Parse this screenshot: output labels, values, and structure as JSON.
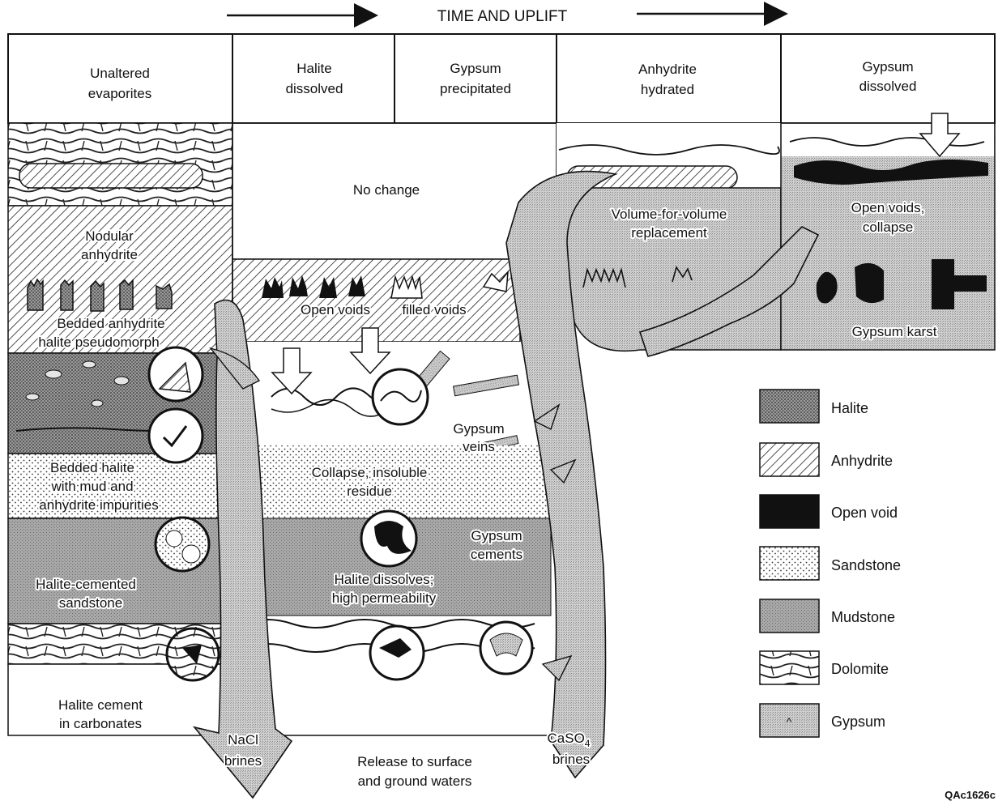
{
  "header": {
    "title": "TIME AND UPLIFT"
  },
  "columns": [
    {
      "line1": "Unaltered",
      "line2": "evaporites"
    },
    {
      "line1": "Halite",
      "line2": "dissolved"
    },
    {
      "line1": "Gypsum",
      "line2": "precipitated"
    },
    {
      "line1": "Anhydrite",
      "line2": "hydrated"
    },
    {
      "line1": "Gypsum",
      "line2": "dissolved"
    }
  ],
  "labels": {
    "no_change": "No change",
    "nodular_1": "Nodular",
    "nodular_2": "anhydrite",
    "pseudo_1": "Bedded anhydrite",
    "pseudo_2": "halite pseudomorph",
    "bedded_halite_1": "Bedded halite",
    "bedded_halite_2": "with mud and",
    "bedded_halite_3": "anhydrite impurities",
    "halite_cemented_1": "Halite-cemented",
    "halite_cemented_2": "sandstone",
    "halite_cement_1": "Halite cement",
    "halite_cement_2": "in carbonates",
    "open_voids": "Open voids",
    "filled_voids": "filled voids",
    "gypsum_veins_1": "Gypsum",
    "gypsum_veins_2": "veins",
    "collapse_1": "Collapse, insoluble",
    "collapse_2": "residue",
    "gypsum_cements_1": "Gypsum",
    "gypsum_cements_2": "cements",
    "halite_dissolves_1": "Halite dissolves;",
    "halite_dissolves_2": "high permeability",
    "volume_1": "Volume-for-volume",
    "volume_2": "replacement",
    "open_collapse_1": "Open voids,",
    "open_collapse_2": "collapse",
    "gypsum_karst": "Gypsum karst",
    "nacl_1": "NaCl",
    "nacl_2": "brines",
    "caso4_main": "CaSO",
    "caso4_sub": "4",
    "caso4_2": "brines",
    "release_1": "Release to surface",
    "release_2": "and ground waters",
    "ref_code": "QAc1626c"
  },
  "legend": [
    {
      "name": "Halite",
      "key": "halite"
    },
    {
      "name": "Anhydrite",
      "key": "anhydrite"
    },
    {
      "name": "Open void",
      "key": "void"
    },
    {
      "name": "Sandstone",
      "key": "sandstone"
    },
    {
      "name": "Mudstone",
      "key": "mudstone"
    },
    {
      "name": "Dolomite",
      "key": "dolomite"
    },
    {
      "name": "Gypsum",
      "key": "gypsum"
    }
  ]
}
